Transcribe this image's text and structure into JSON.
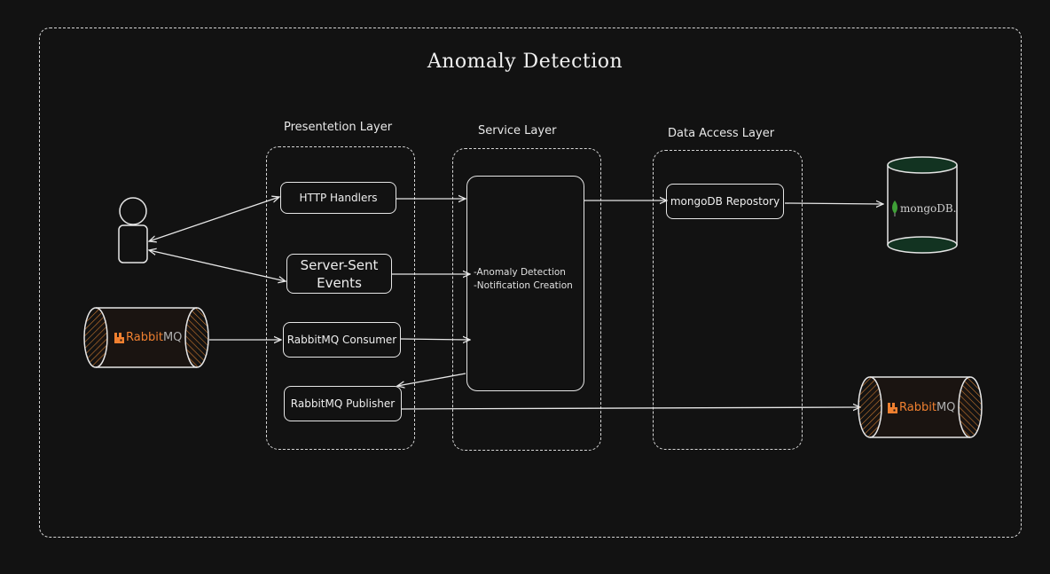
{
  "title": "Anomaly Detection",
  "layers": {
    "presentation": "Presentetion Layer",
    "service": "Service Layer",
    "data_access": "Data Access Layer"
  },
  "components": {
    "http_handlers": "HTTP Handlers",
    "sse_line1": "Server-Sent",
    "sse_line2": "Events",
    "rabbitmq_consumer": "RabbitMQ Consumer",
    "rabbitmq_publisher": "RabbitMQ Publisher",
    "service_item1": "-Anomaly Detection",
    "service_item2": "-Notification Creation",
    "mongo_repository": "mongoDB Repostory"
  },
  "external": {
    "rabbitmq_left": {
      "brand": "Rabbit",
      "suffix": "MQ"
    },
    "rabbitmq_right": {
      "brand": "Rabbit",
      "suffix": "MQ"
    },
    "mongodb": "mongoDB."
  },
  "icons": [
    "user-icon",
    "rabbitmq-icon",
    "mongodb-leaf-icon"
  ],
  "colors": {
    "background": "#121212",
    "stroke": "#e6e6e6",
    "rabbitmq_orange": "#f08030",
    "rabbitmq_cylinder_fill": "#2a160a",
    "mongo_green": "#3fa037",
    "mongo_cylinder_fill": "#0f2416"
  }
}
